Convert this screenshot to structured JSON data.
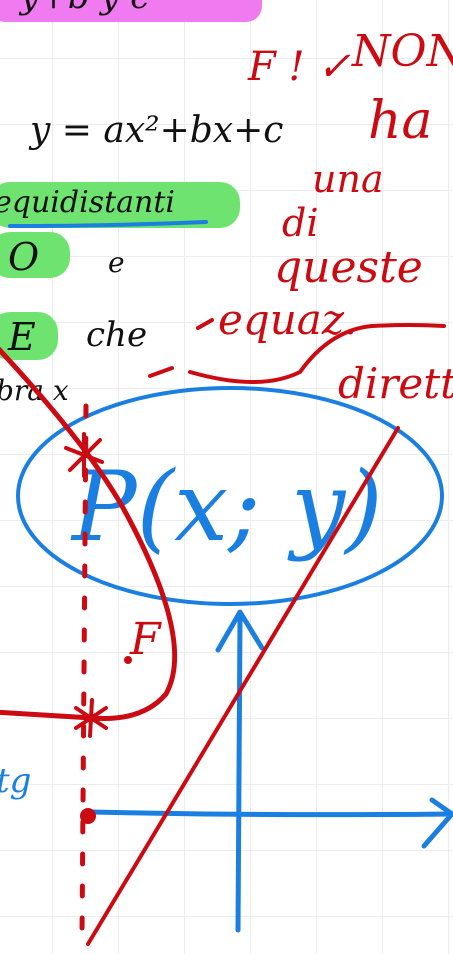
{
  "colors": {
    "ink_black": "#111111",
    "ink_red": "#cc0a12",
    "ink_blue": "#1a7fe0",
    "highlight_pink": "#f07af0",
    "highlight_green": "#6fe36f"
  },
  "notes": {
    "top_fragment": "y+b y c",
    "equation": "y = ax²+bx+c",
    "highlight_1": "equidistanti",
    "highlight_2": "O",
    "conj": "e",
    "highlight_3": "E",
    "che": "che",
    "fragment": "bra x",
    "side_blue": "tg"
  },
  "red_note": {
    "marks": "F ! ✓",
    "line1": "NON",
    "line2": "ha",
    "line3": "una",
    "line4": "di",
    "line5": "queste",
    "line6": "equaz.",
    "line7": "direttr."
  },
  "point_label": "P(x; y)",
  "curve_label": "F"
}
